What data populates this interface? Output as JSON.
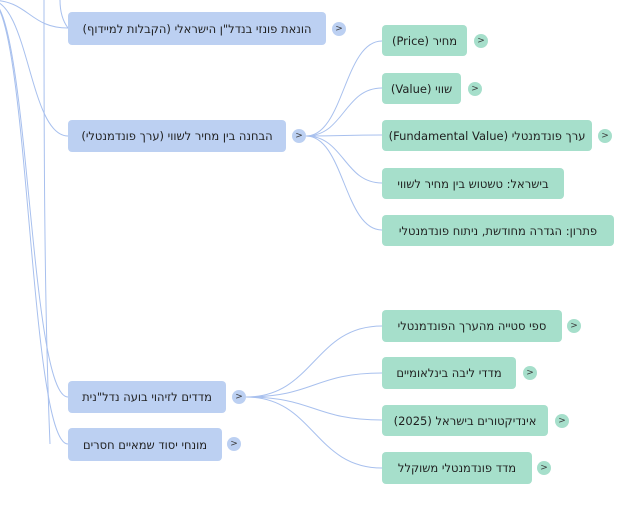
{
  "mindmap": {
    "link_color": "#a8c0ee",
    "colors": {
      "level2": "#bcd0f2",
      "level3": "#a6dfcb"
    },
    "expand_glyph": ">",
    "nodes": {
      "n1": {
        "label": "הונאת פונזי בנדל\"ן הישראלי (הקבלות למיידוף)"
      },
      "n2": {
        "label": "הבחנה בין מחיר לשווי (ערך פונדמנטלי)",
        "children": [
          "מחיר (Price)",
          "שווי (Value)",
          "ערך פונדמנטלי (Fundamental Value)",
          "בישראל: טשטוש בין מחיר לשווי",
          "פתרון: הגדרה מחודשת, ניתוח פונדמנטלי"
        ]
      },
      "n3": {
        "label": "מדדים לזיהוי בועה נדל\"נית",
        "children": [
          "ספי סטייה מהערך הפונדמנטלי",
          "מדדי ליבה בינלאומיים",
          "אינדיקטורים בישראל (2025)",
          "מדד פונדמנטלי משוקלל"
        ]
      },
      "n4": {
        "label": "מונחי יסוד שמאיים חסרים"
      }
    }
  }
}
